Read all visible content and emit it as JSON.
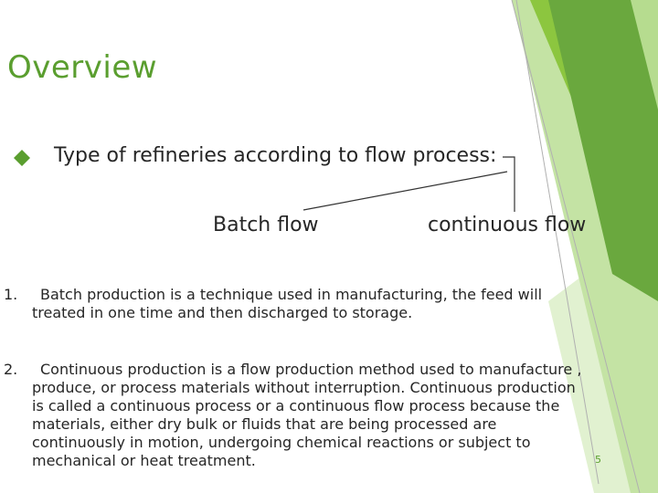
{
  "title": "Overview",
  "bullet": {
    "icon": "diamond-bullet-icon",
    "text": "Type of refineries according to flow process:"
  },
  "branches": {
    "batch": "Batch flow",
    "continuous": "continuous flow"
  },
  "items": [
    {
      "number": "1.",
      "lines": [
        "Batch production is a technique used in manufacturing, the feed will",
        "treated in one time and then discharged to storage."
      ]
    },
    {
      "number": "2.",
      "lines": [
        "Continuous production is a flow production method used to manufacture ,",
        "produce, or process materials without interruption. Continuous production",
        "is called a continuous process or a continuous flow process because the",
        "materials, either dry bulk or fluids that are being processed are",
        "continuously in motion, undergoing chemical reactions or subject to",
        "mechanical or heat treatment."
      ]
    }
  ],
  "page_number": "5",
  "colors": {
    "accent": "#5a9e2f",
    "green_light": "#c4e3a4",
    "green_mid": "#8cc63f",
    "green_dark": "#5e9b38",
    "text": "#262626"
  }
}
